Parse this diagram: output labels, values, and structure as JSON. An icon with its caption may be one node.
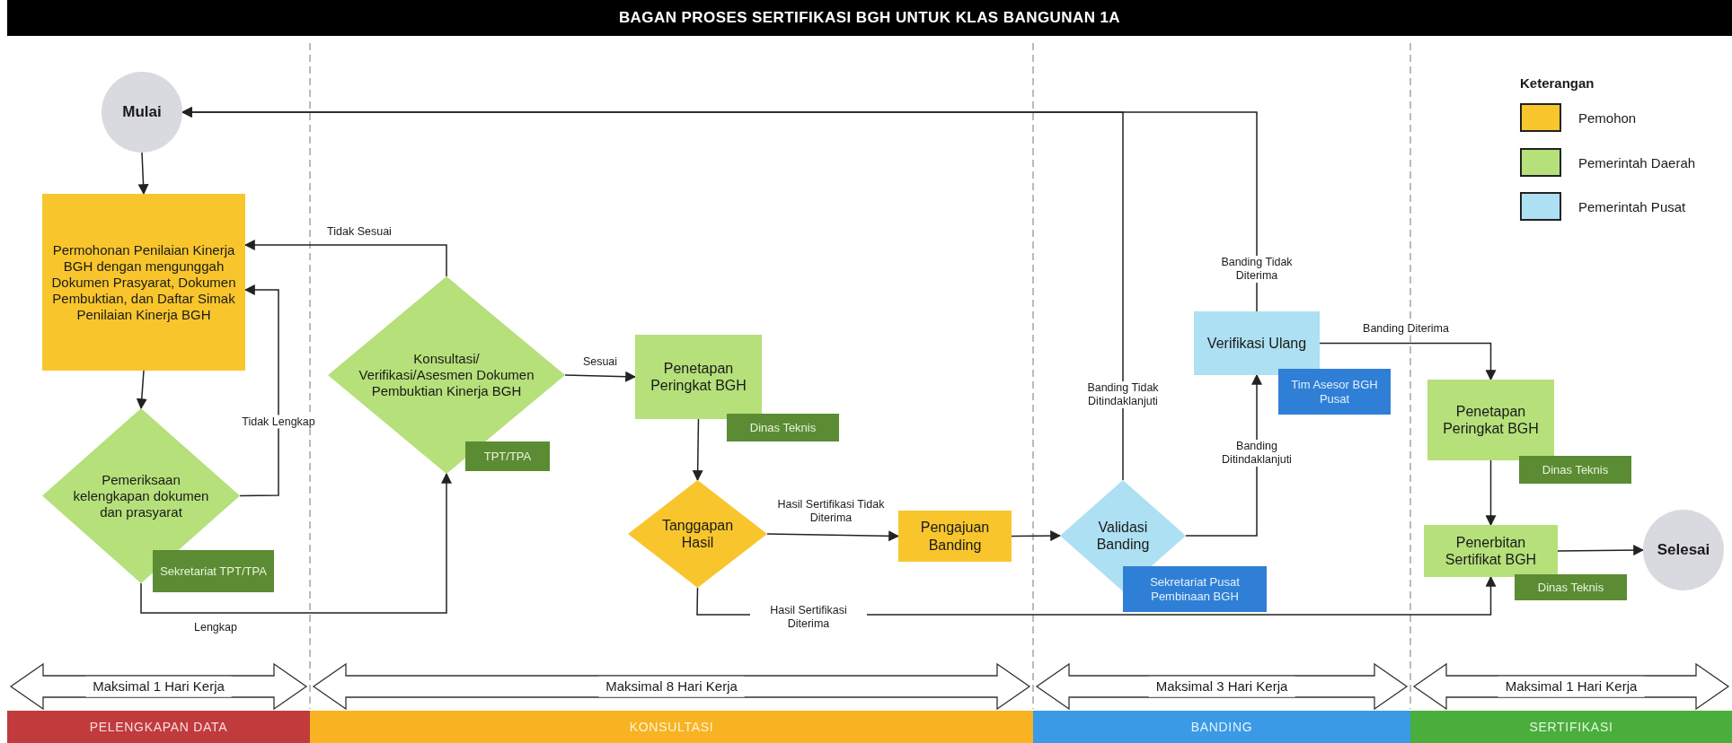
{
  "diagram": {
    "title": "BAGAN PROSES SERTIFIKASI BGH UNTUK KLAS BANGUNAN 1A",
    "nodes": [
      {
        "text": [
          "Mulai"
        ]
      },
      {
        "text": [
          "Permohonan Penilaian Kinerja BGH dengan mengunggah Dokumen Prasyarat, Dokumen Pembuktian, dan Daftar Simak Penilaian Kinerja BGH"
        ]
      },
      {
        "text": [
          "Pemeriksaan kelengkapan dokumen dan prasyarat"
        ]
      },
      {
        "text": [
          "Sekretariat TPT/TPA"
        ]
      },
      {
        "text": [
          "Konsultasi/ Verifikasi/Asesmen Dokumen Pembuktian Kinerja BGH"
        ]
      },
      {
        "text": [
          "TPT/TPA"
        ]
      },
      {
        "text": [
          "Penetapan Peringkat BGH"
        ]
      },
      {
        "text": [
          "Dinas Teknis"
        ]
      },
      {
        "text": [
          "Tanggapan Hasil"
        ]
      },
      {
        "text": [
          "Pengajuan Banding"
        ]
      },
      {
        "text": [
          "Validasi Banding"
        ]
      },
      {
        "text": [
          "Sekretariat Pusat Pembinaan BGH"
        ]
      },
      {
        "text": [
          "Verifikasi Ulang"
        ]
      },
      {
        "text": [
          "Tim Asesor BGH Pusat"
        ]
      },
      {
        "text": [
          "Penetapan Peringkat BGH"
        ]
      },
      {
        "text": [
          "Dinas Teknis"
        ]
      },
      {
        "text": [
          "Penerbitan Sertifikat BGH"
        ]
      },
      {
        "text": [
          "Dinas Teknis"
        ]
      },
      {
        "text": [
          "Selesai"
        ]
      },
      {
        "text": [
          "PELENGKAPAN DATA"
        ]
      },
      {
        "text": [
          "KONSULTASI"
        ]
      },
      {
        "text": [
          "BANDING"
        ]
      },
      {
        "text": [
          "SERTIFIKASI"
        ]
      }
    ],
    "edges": [
      {
        "from": 0,
        "to": 1,
        "arrow": "to"
      },
      {
        "from": 1,
        "to": 2,
        "arrow": "to"
      },
      {
        "from": 2,
        "to": 1,
        "arrow": "to",
        "label": "Tidak Lengkap"
      },
      {
        "from": 2,
        "to": 4,
        "arrow": "to",
        "label": "Lengkap"
      },
      {
        "from": 4,
        "to": 1,
        "arrow": "to",
        "label": "Tidak Sesuai"
      },
      {
        "from": 4,
        "to": 6,
        "arrow": "to",
        "label": "Sesuai"
      },
      {
        "from": 6,
        "to": 8,
        "arrow": "to"
      },
      {
        "from": 8,
        "to": 9,
        "arrow": "to",
        "label": "Hasil Sertifikasi Tidak Diterima"
      },
      {
        "from": 8,
        "to": 16,
        "arrow": "to",
        "label": "Hasil Sertifikasi Diterima"
      },
      {
        "from": 9,
        "to": 10,
        "arrow": "to"
      },
      {
        "from": 10,
        "to": 0,
        "arrow": "to",
        "label": "Banding Tidak Ditindaklanjuti"
      },
      {
        "from": 10,
        "to": 12,
        "arrow": "to",
        "label": "Banding Ditindaklanjuti"
      },
      {
        "from": 12,
        "to": 0,
        "arrow": "to",
        "label": "Banding Tidak Diterima"
      },
      {
        "from": 12,
        "to": 14,
        "arrow": "to",
        "label": "Banding Diterima"
      },
      {
        "from": 14,
        "to": 16,
        "arrow": "to"
      },
      {
        "from": 16,
        "to": 18,
        "arrow": "to"
      }
    ],
    "labels": [
      "Keterangan",
      "Maksimal 1 Hari Kerja",
      "Maksimal 8 Hari Kerja",
      "Maksimal 3 Hari Kerja",
      "Maksimal 1 Hari Kerja"
    ],
    "legend": [
      {
        "text": "Pemohon",
        "color": "#f8c62c"
      },
      {
        "text": "Pemerintah Daerah",
        "color": "#b5e07a"
      },
      {
        "text": "Pemerintah Pusat",
        "color": "#ade0f2"
      }
    ]
  }
}
